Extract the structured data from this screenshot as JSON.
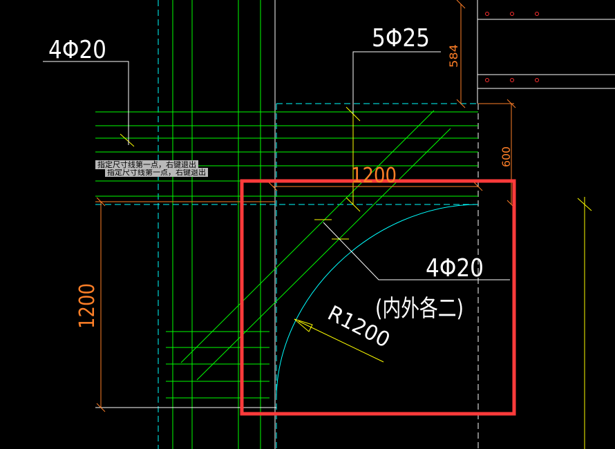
{
  "drawing": {
    "labels": {
      "rebar_top_left": "4Φ20",
      "rebar_top": "5Φ25",
      "rebar_right": "4Φ20",
      "rebar_right_note": "(内外各二)",
      "radius": "R1200"
    },
    "dimensions": {
      "horizontal": "1200",
      "vertical_left": "1200",
      "right_upper": "584",
      "right_lower": "600"
    }
  },
  "tooltip": {
    "primary": "指定尺寸线第一点，右键退出",
    "ghost": "指定尺寸线第一点，右键退出"
  },
  "colors": {
    "background": "#000000",
    "green": "#00ff00",
    "cyan": "#00ffff",
    "yellow": "#ffff00",
    "white": "#ffffff",
    "orange": "#ff7f27",
    "highlight": "#ff3b3b"
  }
}
